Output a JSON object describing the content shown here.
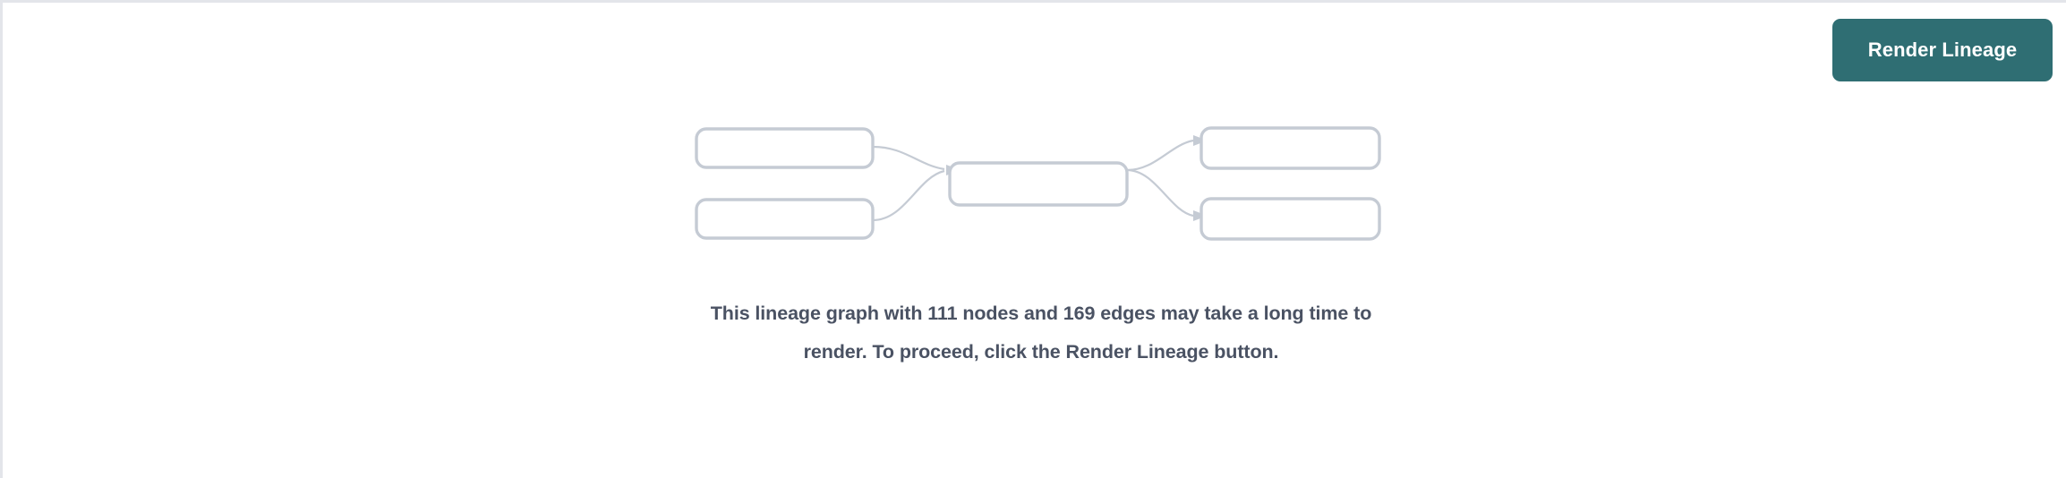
{
  "page": {
    "background_color": "#ffffff",
    "border_color": "#e3e5ea"
  },
  "toolbar": {
    "render_lineage_label": "Render Lineage",
    "button_color": "#2f6e73",
    "button_text_color": "#ffffff"
  },
  "message": {
    "text": "This lineage graph with 111 nodes and 169 edges may take a long time to render. To proceed, click the Render Lineage button.",
    "node_count": "111",
    "edge_count": "169",
    "text_color": "#4a5263"
  },
  "lineage_placeholder": {
    "node_border_color": "#c5cbd4",
    "edge_color": "#c5cbd4",
    "nodes": [
      {
        "id": "upstream-1",
        "column": "left",
        "label": ""
      },
      {
        "id": "upstream-2",
        "column": "left",
        "label": ""
      },
      {
        "id": "focus",
        "column": "center",
        "label": ""
      },
      {
        "id": "downstream-1",
        "column": "right",
        "label": ""
      },
      {
        "id": "downstream-2",
        "column": "right",
        "label": ""
      }
    ],
    "edges": [
      {
        "from": "upstream-1",
        "to": "focus"
      },
      {
        "from": "upstream-2",
        "to": "focus"
      },
      {
        "from": "focus",
        "to": "downstream-1"
      },
      {
        "from": "focus",
        "to": "downstream-2"
      }
    ]
  }
}
